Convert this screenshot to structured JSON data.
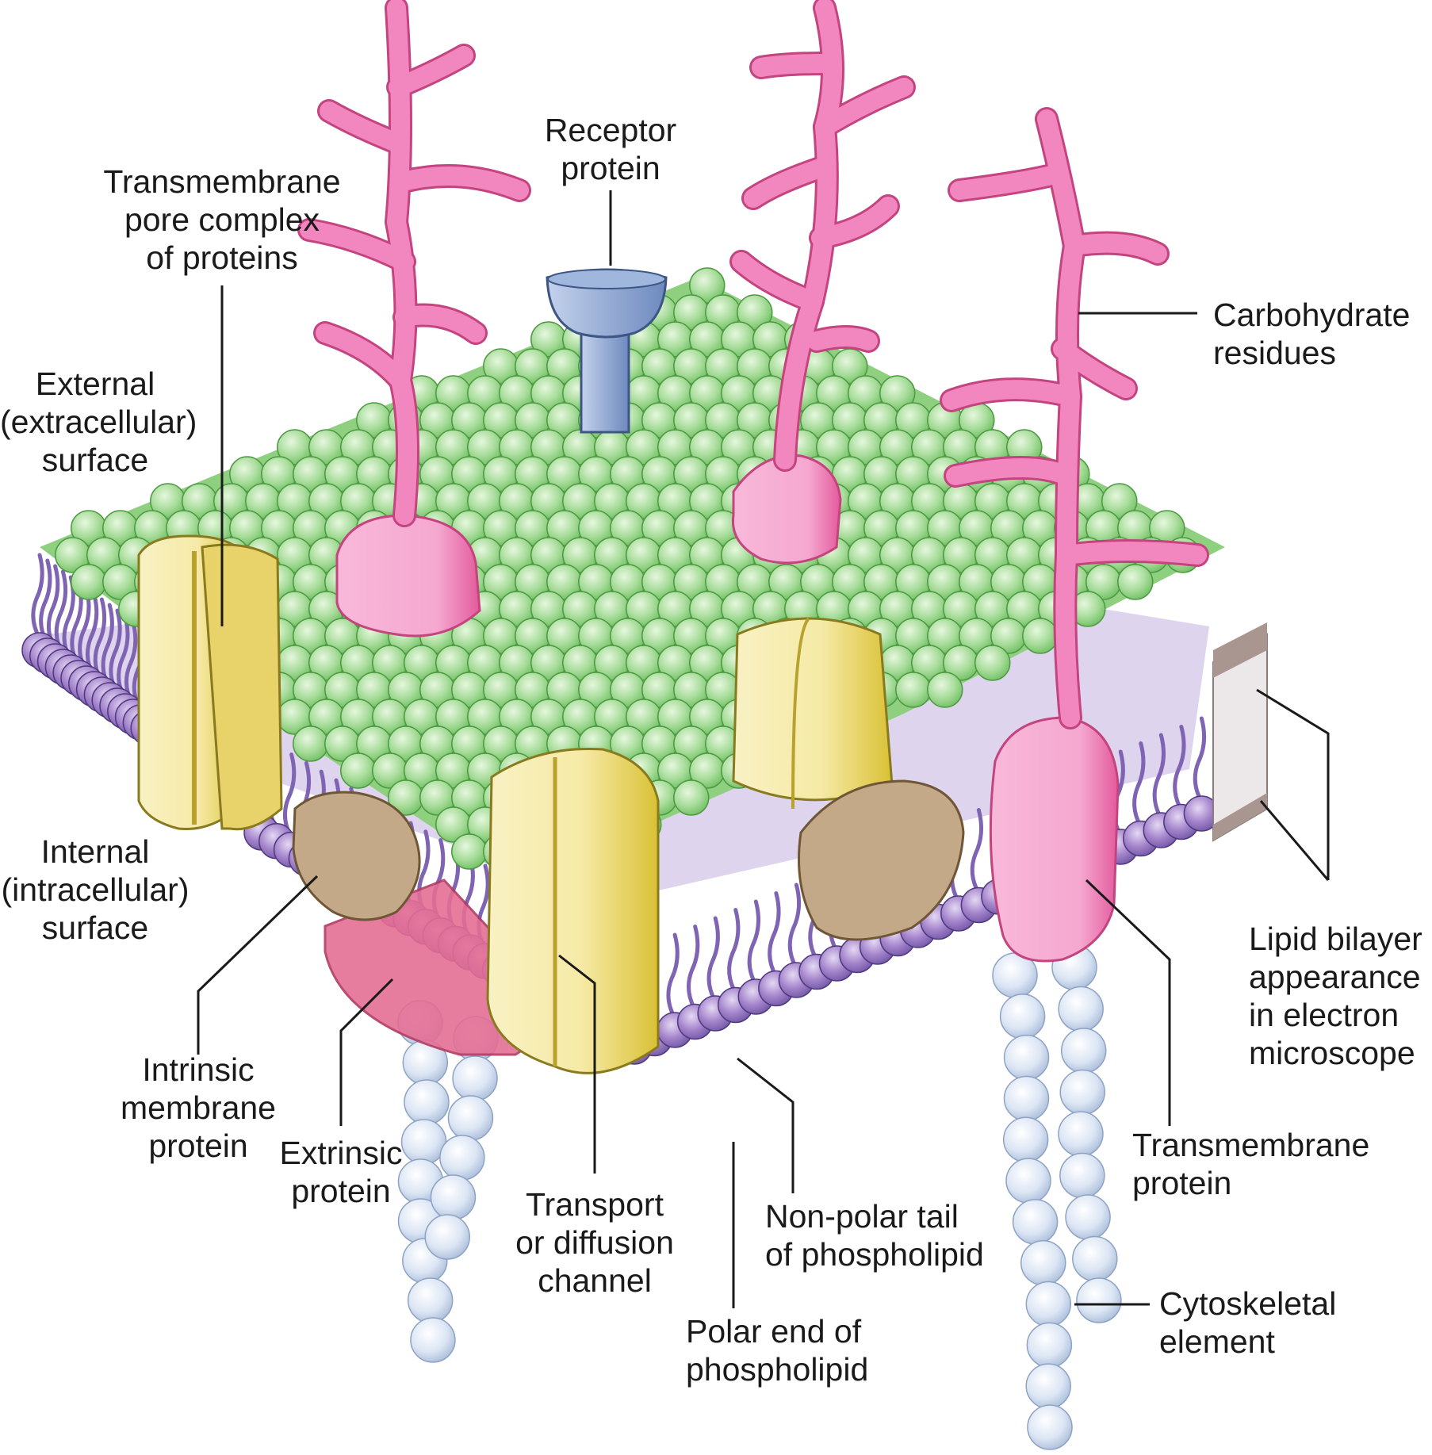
{
  "labels": {
    "receptor": [
      "Receptor",
      "protein"
    ],
    "pore_complex": [
      "Transmembrane",
      "pore complex",
      "of proteins"
    ],
    "external": [
      "External",
      "(extracellular)",
      "surface"
    ],
    "internal": [
      "Internal",
      "(intracellular)",
      "surface"
    ],
    "carbohydrate": [
      "Carbohydrate",
      "residues"
    ],
    "lipid_bilayer": [
      "Lipid bilayer",
      "appearance",
      "in electron",
      "microscope"
    ],
    "intrinsic": [
      "Intrinsic",
      "membrane",
      "protein"
    ],
    "extrinsic": [
      "Extrinsic",
      "protein"
    ],
    "transport": [
      "Transport",
      "or diffusion",
      "channel"
    ],
    "nonpolar": [
      "Non-polar tail",
      "of phospholipid"
    ],
    "polar": [
      "Polar end of",
      "phospholipid"
    ],
    "transmembrane_protein": [
      "Transmembrane",
      "protein"
    ],
    "cytoskeletal": [
      "Cytoskeletal",
      "element"
    ]
  },
  "colors": {
    "outer_head": "#a9dd9c",
    "inner_head": "#a585cc",
    "carbohydrate": "#f07ab8",
    "pink_protein": "#f5a8d0",
    "channel": "#f4e9a6",
    "extrinsic": "#c4a989",
    "receptor": "#8fa9d4",
    "cytoskeleton": "#d9e4f4",
    "leader": "#1a1a1a"
  }
}
